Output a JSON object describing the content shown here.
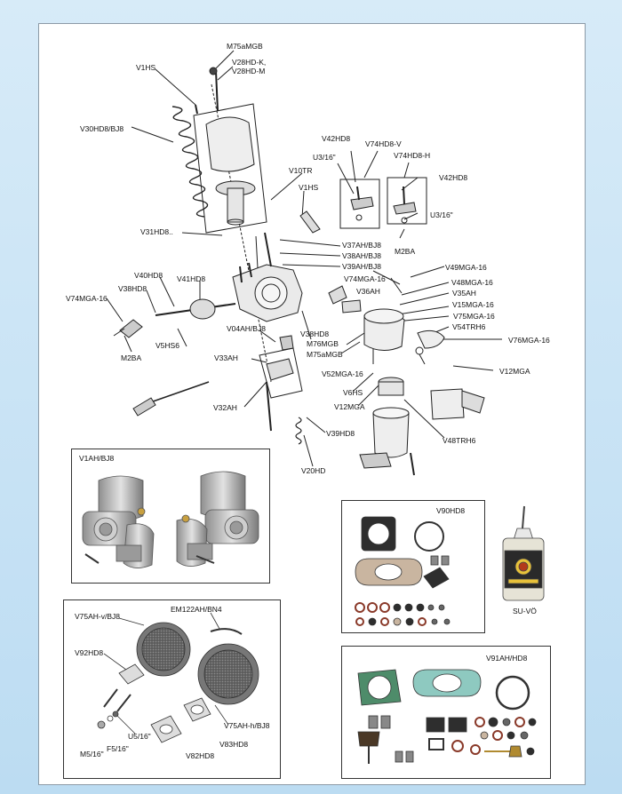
{
  "colors": {
    "background_top": "#d7ebf8",
    "background_bottom": "#bcdcf2",
    "line": "#222222",
    "gasket_green": "#4e8c6a",
    "gasket_teal": "#8ec9c0",
    "gasket_tan": "#c9b5a0",
    "oil_yellow": "#e8c23a"
  },
  "labels": {
    "m75amgb": "M75aMGB",
    "v1hs_top": "V1HS",
    "v28hd_k": "V28HD-K,",
    "v28hd_m": "V28HD-M",
    "v30hd8": "V30HD8/BJ8",
    "v42hd8_a": "V42HD8",
    "v74hd8_v": "V74HD8-V",
    "v74hd8_h": "V74HD8-H",
    "u3_16_a": "U3/16\"",
    "v42hd8_b": "V42HD8",
    "u3_16_b": "U3/16\"",
    "v10tr": "V10TR",
    "v1hs_mid": "V1HS",
    "m2ba_a": "M2BA",
    "v31hd8": "V31HD8..",
    "v37ah": "V37AH/BJ8",
    "v38ah": "V38AH/BJ8",
    "v39ah": "V39AH/BJ8",
    "v49mga": "V49MGA-16",
    "v40hd8": "V40HD8",
    "v41hd8": "V41HD8",
    "v74mga_16_a": "V74MGA-16",
    "v48mga": "V48MGA-16",
    "v38hd8_a": "V38HD8",
    "v36ah": "V36AH",
    "v35ah": "V35AH",
    "v74mga_16_b": "V74MGA-16",
    "v15mga": "V15MGA-16",
    "v75mga": "V75MGA-16",
    "v54trh6": "V54TRH6",
    "v04ah": "V04AH/BJ8",
    "v38hd8_b": "V38HD8",
    "m76mgb": "M76MGB",
    "v76mga": "V76MGA-16",
    "v5hs6": "V5HS6",
    "m75amgb_b": "M75aMGB",
    "m2ba_b": "M2BA",
    "v33ah": "V33AH",
    "v12mga_a": "V12MGA",
    "v52mga": "V52MGA-16",
    "v6hs": "V6HS",
    "v12mga_b": "V12MGA",
    "v32ah": "V32AH",
    "v39hd8": "V39HD8",
    "v48trh6": "V48TRH6",
    "v20hd": "V20HD",
    "v1ah_bj8": "V1AH/BJ8",
    "v90hd8": "V90HD8",
    "su_vo": "SU-VÖ",
    "v75ah_v": "V75AH-v/BJ8",
    "em122ah": "EM122AH/BN4",
    "v92hd8": "V92HD8",
    "v75ah_h": "V75AH-h/BJ8",
    "u5_16": "U5/16\"",
    "v83hd8": "V83HD8",
    "f5_16": "F5/16\"",
    "m5_16": "M5/16\"",
    "v82hd8": "V82HD8",
    "v91ah": "V91AH/HD8"
  }
}
